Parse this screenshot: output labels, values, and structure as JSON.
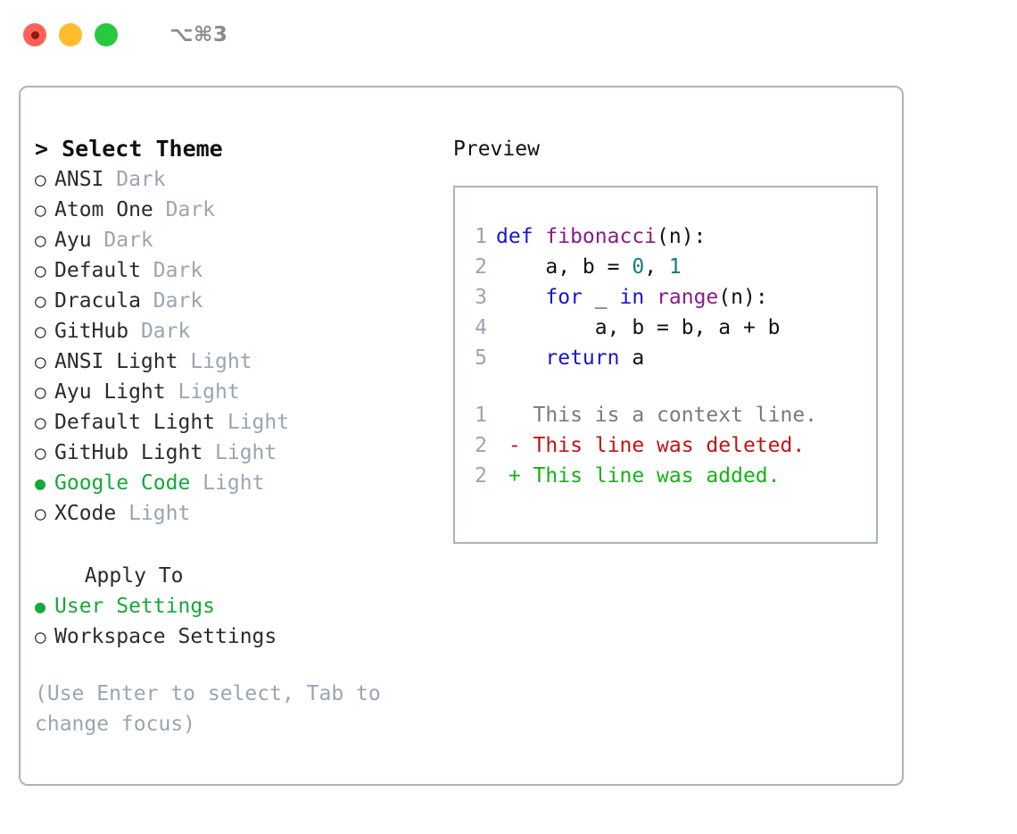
{
  "titlebar": {
    "shortcut": "⌥⌘3",
    "buttons": [
      "close",
      "minimize",
      "maximize"
    ]
  },
  "theme_picker": {
    "heading": "> Select Theme",
    "options": [
      {
        "bullet": "○",
        "name": "ANSI",
        "tag": "Dark",
        "selected": false
      },
      {
        "bullet": "○",
        "name": "Atom One",
        "tag": "Dark",
        "selected": false
      },
      {
        "bullet": "○",
        "name": "Ayu",
        "tag": "Dark",
        "selected": false
      },
      {
        "bullet": "○",
        "name": "Default",
        "tag": "Dark",
        "selected": false
      },
      {
        "bullet": "○",
        "name": "Dracula",
        "tag": "Dark",
        "selected": false
      },
      {
        "bullet": "○",
        "name": "GitHub",
        "tag": "Dark",
        "selected": false
      },
      {
        "bullet": "○",
        "name": "ANSI Light",
        "tag": "Light",
        "selected": false
      },
      {
        "bullet": "○",
        "name": "Ayu Light",
        "tag": "Light",
        "selected": false
      },
      {
        "bullet": "○",
        "name": "Default Light",
        "tag": "Light",
        "selected": false
      },
      {
        "bullet": "○",
        "name": "GitHub Light",
        "tag": "Light",
        "selected": false
      },
      {
        "bullet": "●",
        "name": "Google Code",
        "tag": "Light",
        "selected": true
      },
      {
        "bullet": "○",
        "name": "XCode",
        "tag": "Light",
        "selected": false
      }
    ]
  },
  "apply_to": {
    "label": "  Apply To",
    "options": [
      {
        "bullet": "●",
        "name": "User Settings",
        "selected": true
      },
      {
        "bullet": "○",
        "name": "Workspace Settings",
        "selected": false
      }
    ]
  },
  "hint": "(Use Enter to select, Tab to change focus)",
  "preview": {
    "title": "Preview",
    "code_lines": [
      {
        "num": "1",
        "tokens": [
          {
            "t": "def ",
            "c": "kw"
          },
          {
            "t": "fibonacci",
            "c": "fn"
          },
          {
            "t": "(n):",
            "c": "plain"
          }
        ]
      },
      {
        "num": "2",
        "tokens": [
          {
            "t": "    a, b = ",
            "c": "plain"
          },
          {
            "t": "0",
            "c": "num"
          },
          {
            "t": ", ",
            "c": "plain"
          },
          {
            "t": "1",
            "c": "num"
          }
        ]
      },
      {
        "num": "3",
        "tokens": [
          {
            "t": "    ",
            "c": "plain"
          },
          {
            "t": "for",
            "c": "kw"
          },
          {
            "t": " _ ",
            "c": "plain"
          },
          {
            "t": "in",
            "c": "kw"
          },
          {
            "t": " ",
            "c": "plain"
          },
          {
            "t": "range",
            "c": "fn"
          },
          {
            "t": "(n):",
            "c": "plain"
          }
        ]
      },
      {
        "num": "4",
        "tokens": [
          {
            "t": "        a, b = b, a + b",
            "c": "plain"
          }
        ]
      },
      {
        "num": "5",
        "tokens": [
          {
            "t": "    ",
            "c": "plain"
          },
          {
            "t": "return",
            "c": "kw"
          },
          {
            "t": " a",
            "c": "plain"
          }
        ]
      }
    ],
    "diff_lines": [
      {
        "num": "1",
        "marker": "  ",
        "text": "This is a context line.",
        "kind": "ctx"
      },
      {
        "num": "2",
        "marker": "- ",
        "text": "This line was deleted.",
        "kind": "del"
      },
      {
        "num": "2",
        "marker": "+ ",
        "text": "This line was added.",
        "kind": "add"
      }
    ]
  },
  "colors": {
    "selected_green": "#16a83a",
    "muted_gray": "#9aa5b1",
    "border": "#a9b4c2",
    "keyword_blue": "#1616cf",
    "function_purple": "#8b1a8b",
    "number_teal": "#117e7e",
    "diff_deleted_red": "#c01414",
    "diff_added_green": "#14b414",
    "context_gray": "#7a7a7a"
  }
}
